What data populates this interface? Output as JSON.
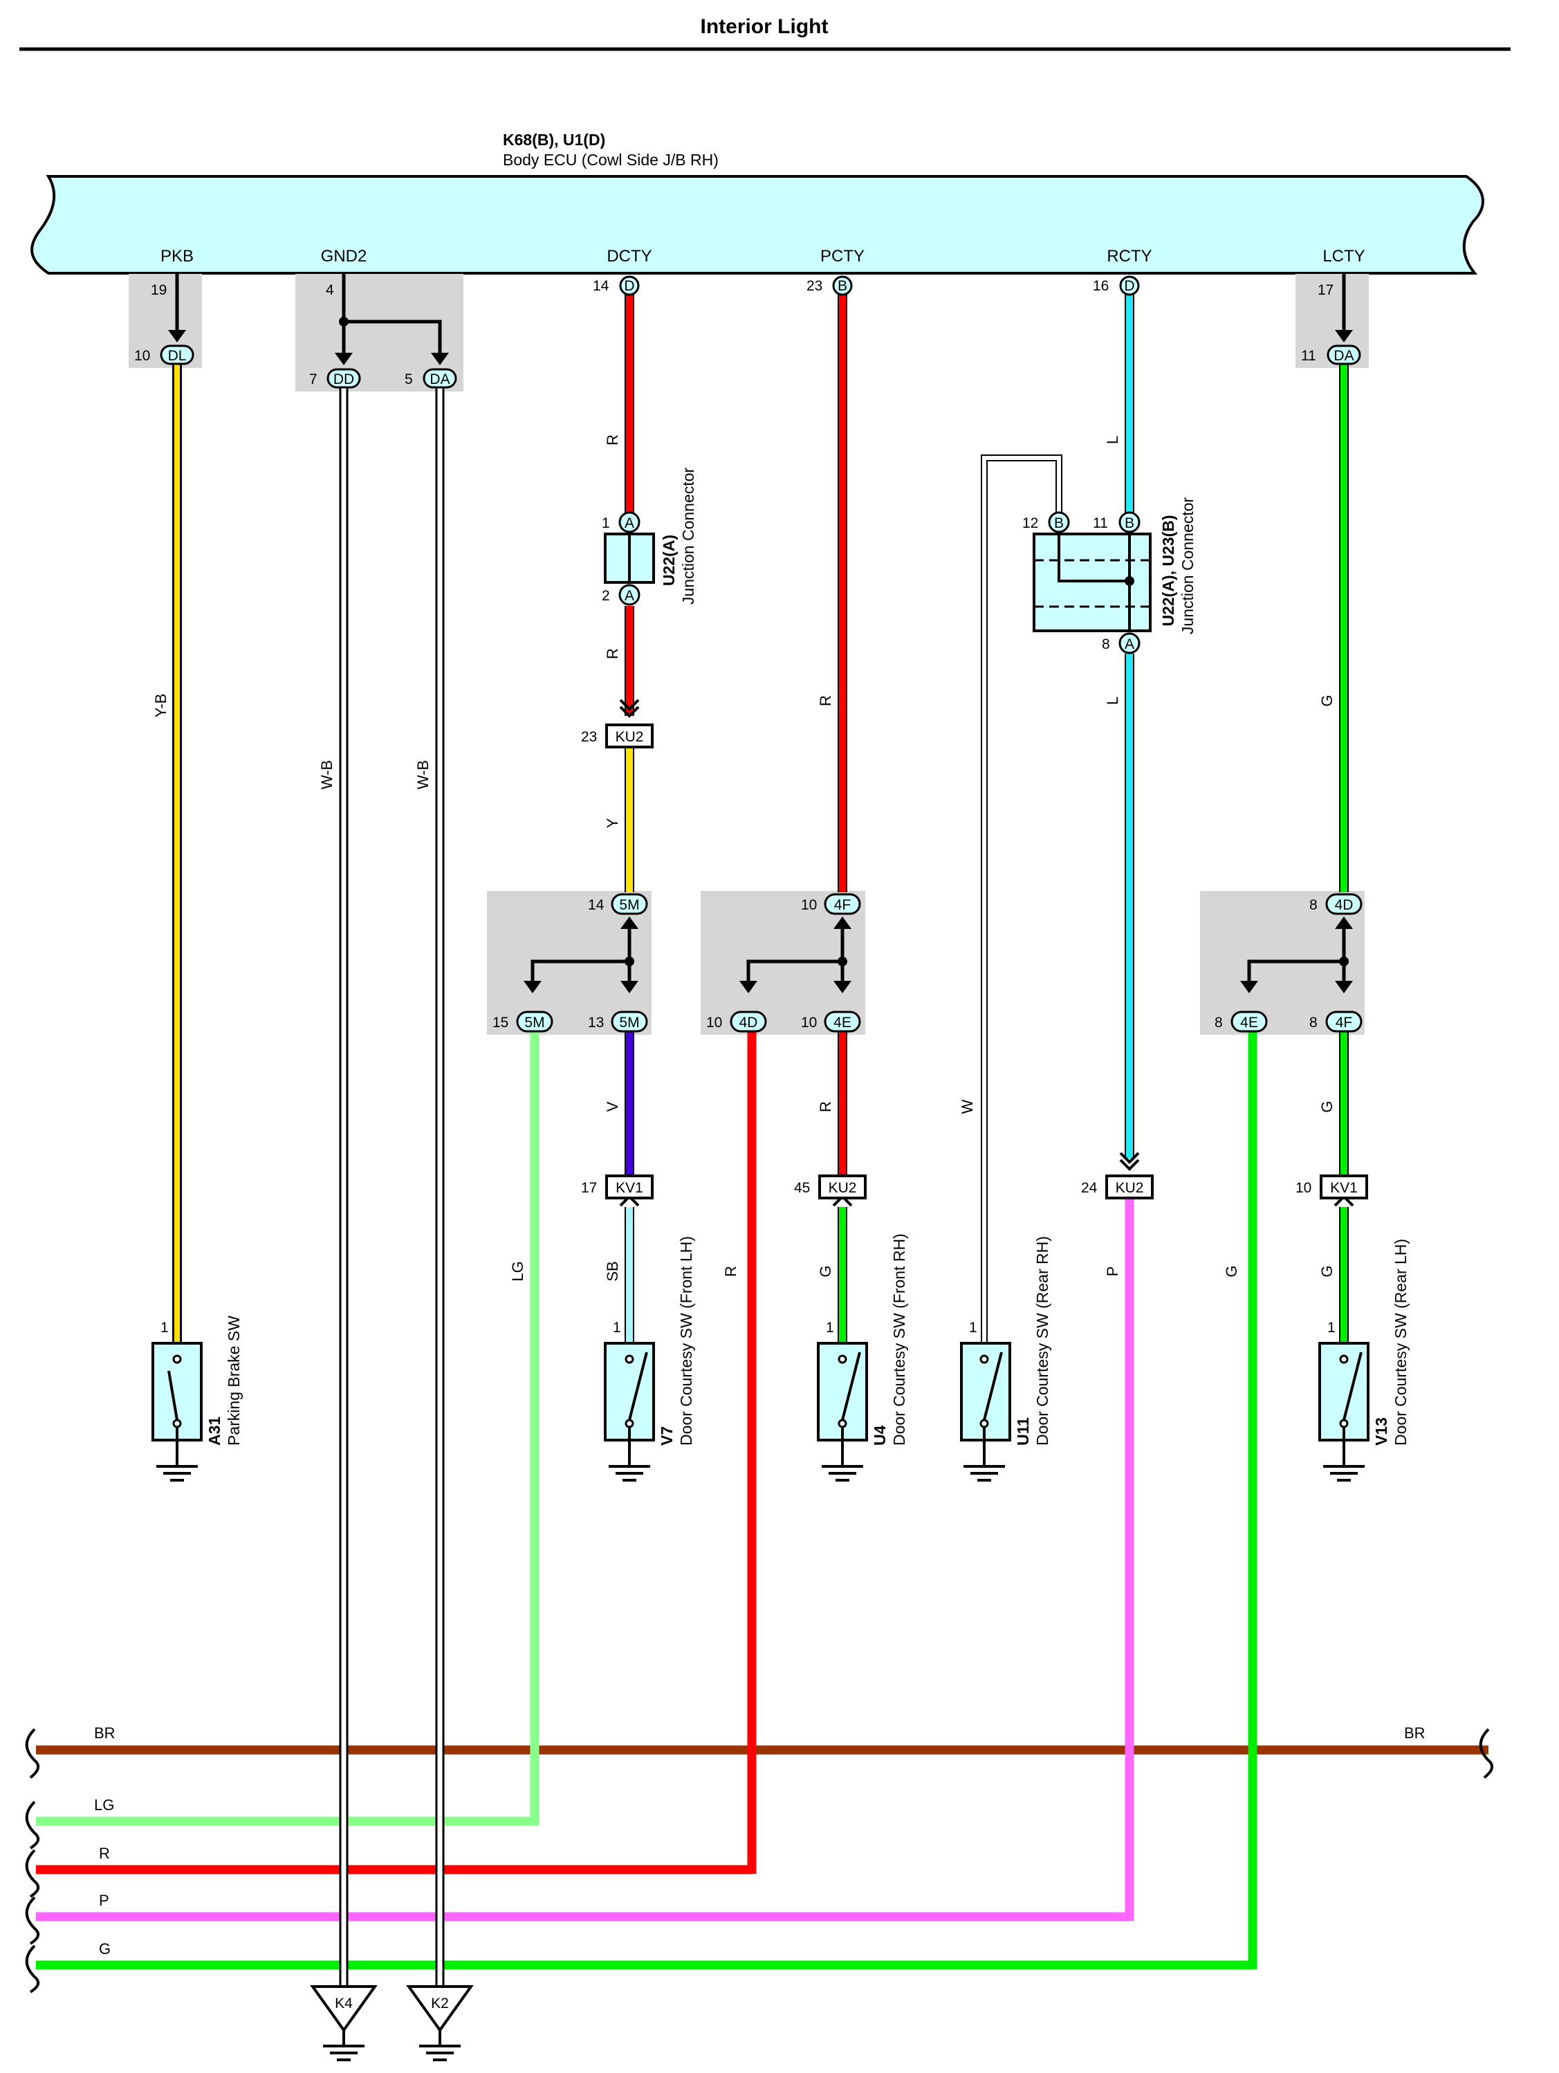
{
  "title": "Interior Light",
  "ecu": {
    "connectors": "K68(B), U1(D)",
    "name": "Body ECU (Cowl Side J/B RH)",
    "pins": [
      {
        "name": "PKB",
        "num": "19",
        "conn": "DL",
        "num2": "10"
      },
      {
        "name": "GND2",
        "num": "4",
        "conns": [
          {
            "num": "7",
            "conn": "DD"
          },
          {
            "num": "5",
            "conn": "DA"
          }
        ]
      },
      {
        "name": "DCTY",
        "num": "14",
        "conn": "D"
      },
      {
        "name": "PCTY",
        "num": "23",
        "conn": "B"
      },
      {
        "name": "RCTY",
        "num": "16",
        "conn": "D"
      },
      {
        "name": "LCTY",
        "num": "17",
        "conn": "DA",
        "num2": "11"
      }
    ]
  },
  "colors": {
    "Y-B": "#ffe000",
    "W-B": "#ffffff",
    "R": "#ff0000",
    "Y": "#ffe400",
    "V": "#4400dd",
    "SB": "#a8f4ff",
    "L": "#22e8f5",
    "P": "#ff66ff",
    "G": "#00ee00",
    "LG": "#88ff88",
    "W": "#ffffff",
    "BR": "#993300",
    "body": "#ccffff",
    "gray": "#d6d6d6"
  },
  "wire_labels": {
    "pkb": "Y-B",
    "gnd_dd": "W-B",
    "gnd_da": "W-B",
    "dcty_1": "R",
    "dcty_2": "R",
    "dcty_3": "Y",
    "dcty_4": "V",
    "dcty_5": "SB",
    "dcty_branch": "LG",
    "pcty_1": "R",
    "pcty_2": "R",
    "pcty_3": "G",
    "pcty_branch": "R",
    "rcty_1": "L",
    "rcty_2": "L",
    "rcty_3": "P",
    "rcty_w": "W",
    "lcty_1": "G",
    "lcty_2": "G",
    "lcty_3": "G",
    "lcty_branch": "G"
  },
  "junction_u22": {
    "id": "U22(A)",
    "name": "Junction Connector",
    "pin1": "1",
    "pin1_conn": "A",
    "pin2": "2",
    "pin2_conn": "A"
  },
  "junction_u22_u23": {
    "id": "U22(A), U23(B)",
    "name": "Junction Connector",
    "pin12": "12",
    "pin12_conn": "B",
    "pin11": "11",
    "pin11_conn": "B",
    "pin8": "8",
    "pin8_conn": "A"
  },
  "inline_connectors": {
    "ku2_dcty": {
      "num": "23",
      "label": "KU2"
    },
    "kv1_dcty": {
      "num": "17",
      "label": "KV1"
    },
    "ku2_pcty": {
      "num": "45",
      "label": "KU2"
    },
    "ku2_rcty": {
      "num": "24",
      "label": "KU2"
    },
    "kv1_lcty": {
      "num": "10",
      "label": "KV1"
    }
  },
  "jb_dcty": {
    "top_num": "14",
    "top": "5M",
    "left_num": "15",
    "left": "5M",
    "right_num": "13",
    "right": "5M"
  },
  "jb_pcty": {
    "top_num": "10",
    "top": "4F",
    "left_num": "10",
    "left": "4D",
    "right_num": "10",
    "right": "4E"
  },
  "jb_lcty": {
    "top_num": "8",
    "top": "4D",
    "left_num": "8",
    "left": "4E",
    "right_num": "8",
    "right": "4F"
  },
  "switches": [
    {
      "id": "A31",
      "name": "Parking Brake SW",
      "pin": "1"
    },
    {
      "id": "V7",
      "name": "Door Courtesy SW (Front LH)",
      "pin": "1"
    },
    {
      "id": "U4",
      "name": "Door Courtesy SW (Front RH)",
      "pin": "1"
    },
    {
      "id": "U11",
      "name": "Door Courtesy SW (Rear RH)",
      "pin": "1"
    },
    {
      "id": "V13",
      "name": "Door Courtesy SW (Rear LH)",
      "pin": "1"
    }
  ],
  "bus": [
    {
      "name": "BR",
      "right": "BR"
    },
    {
      "name": "LG"
    },
    {
      "name": "R"
    },
    {
      "name": "P"
    },
    {
      "name": "G"
    }
  ],
  "grounds": [
    {
      "label": "K4"
    },
    {
      "label": "K2"
    }
  ]
}
